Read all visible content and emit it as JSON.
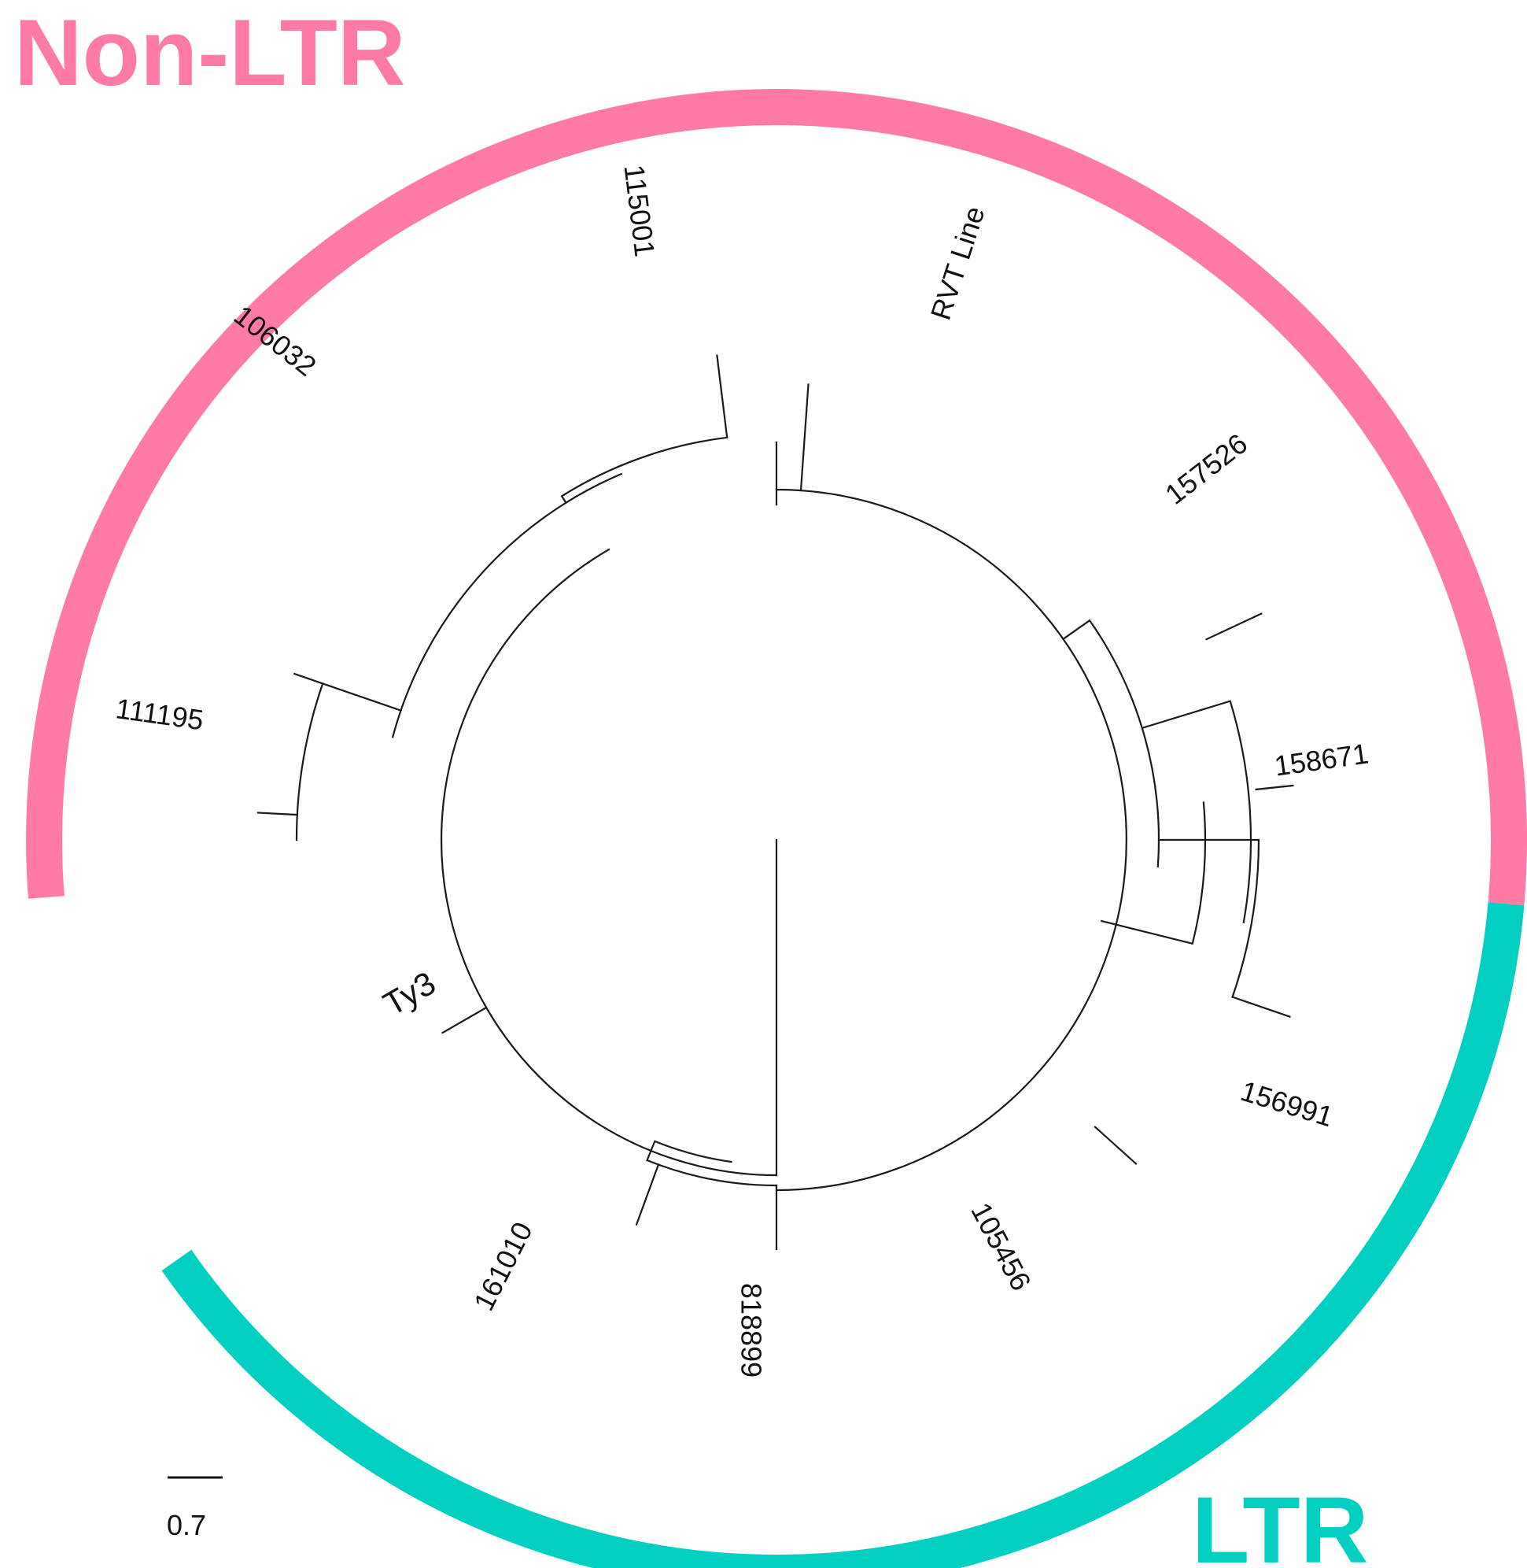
{
  "groups": {
    "non_ltr": {
      "label": "Non-LTR",
      "color": "#ff7ba6"
    },
    "ltr": {
      "label": "LTR",
      "color": "#00cfc1"
    }
  },
  "leaves": [
    {
      "id": "111195",
      "label": "111195",
      "group": "non_ltr"
    },
    {
      "id": "106032",
      "label": "106032",
      "group": "non_ltr"
    },
    {
      "id": "115001",
      "label": "115001",
      "group": "non_ltr"
    },
    {
      "id": "rvt-line",
      "label": "RVT Line",
      "group": "non_ltr"
    },
    {
      "id": "157526",
      "label": "157526",
      "group": "non_ltr"
    },
    {
      "id": "158671",
      "label": "158671",
      "group": "non_ltr"
    },
    {
      "id": "156991",
      "label": "156991",
      "group": "ltr"
    },
    {
      "id": "105456",
      "label": "105456",
      "group": "ltr"
    },
    {
      "id": "818899",
      "label": "818899",
      "group": "ltr"
    },
    {
      "id": "161010",
      "label": "161010",
      "group": "ltr"
    },
    {
      "id": "ty3",
      "label": "Ty3",
      "group": "ltr"
    }
  ],
  "scale_bar": {
    "label": "0.7",
    "value": 0.7
  },
  "icons": {
    "group-band-non-ltr": "arc-band",
    "group-band-ltr": "arc-band"
  }
}
